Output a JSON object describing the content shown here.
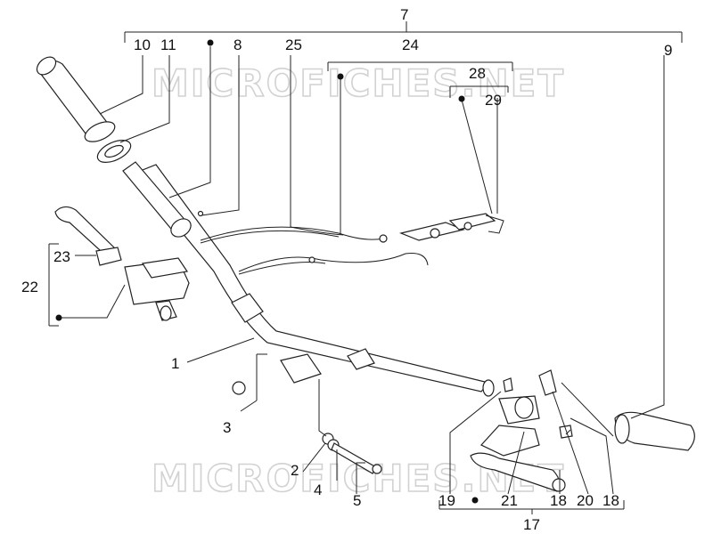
{
  "watermark": "MICROFICHES.NET",
  "callouts": {
    "c1": "1",
    "c2": "2",
    "c3": "3",
    "c4": "4",
    "c5": "5",
    "c7": "7",
    "c8": "8",
    "c9": "9",
    "c10": "10",
    "c11": "11",
    "c17": "17",
    "c18a": "18",
    "c18b": "18",
    "c19": "19",
    "c20": "20",
    "c21": "21",
    "c22": "22",
    "c23": "23",
    "c24": "24",
    "c25": "25",
    "c28": "28",
    "c29": "29"
  }
}
